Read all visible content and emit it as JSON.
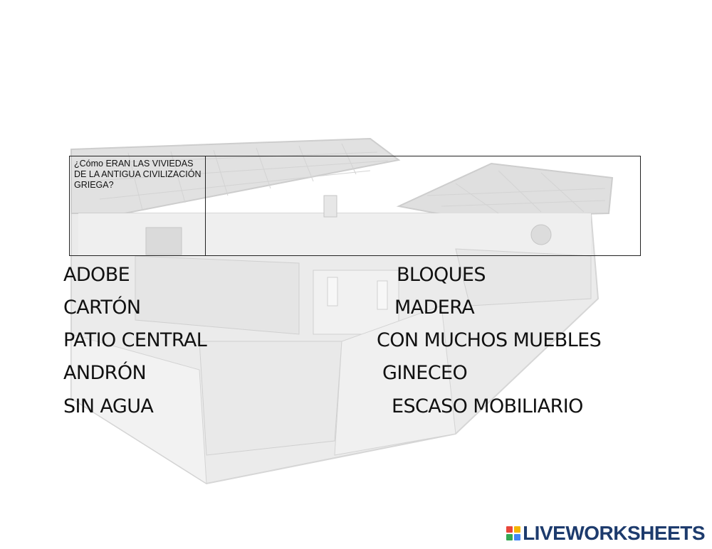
{
  "question": "¿Cómo ERAN LAS VIVIEDAS DE LA ANTIGUA CIVILIZACIÓN GRIEGA?",
  "answer": "",
  "left_words": [
    "ADOBE",
    "CARTÓN",
    "PATIO CENTRAL",
    "ANDRÓN",
    "SIN AGUA"
  ],
  "right_words": [
    "BLOQUES",
    "MADERA",
    "CON MUCHOS MUEBLES",
    "GINECEO",
    "ESCASO MOBILIARIO"
  ],
  "logo": {
    "text": "LIVEWORKSHEETS",
    "colors": [
      "#e8463a",
      "#f4b400",
      "#34a853",
      "#4285f4"
    ],
    "text_color": "#1d3b6d"
  }
}
